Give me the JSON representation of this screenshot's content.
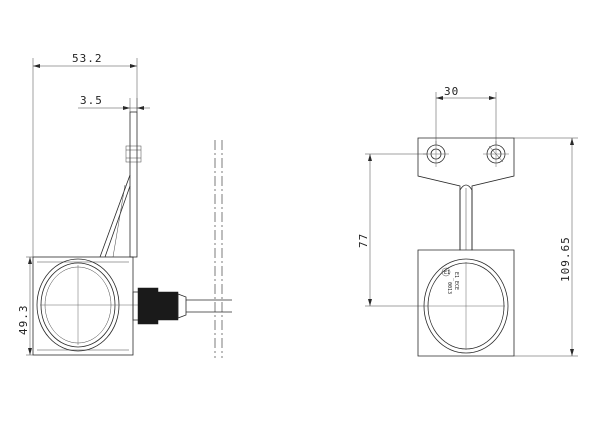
{
  "side_view": {
    "dims": {
      "overall_width": "53.2",
      "flange_thickness": "3.5",
      "lamp_height": "49.3"
    }
  },
  "front_view": {
    "dims": {
      "hole_spacing": "30",
      "hole_to_lamp_center": "77",
      "overall_height": "109.65"
    },
    "lens_marks": {
      "line_1": "E1",
      "line_2": "0013",
      "line_3": "E1_ECE"
    }
  },
  "colors": {
    "line": "#2a2a2a",
    "background": "#ffffff"
  }
}
